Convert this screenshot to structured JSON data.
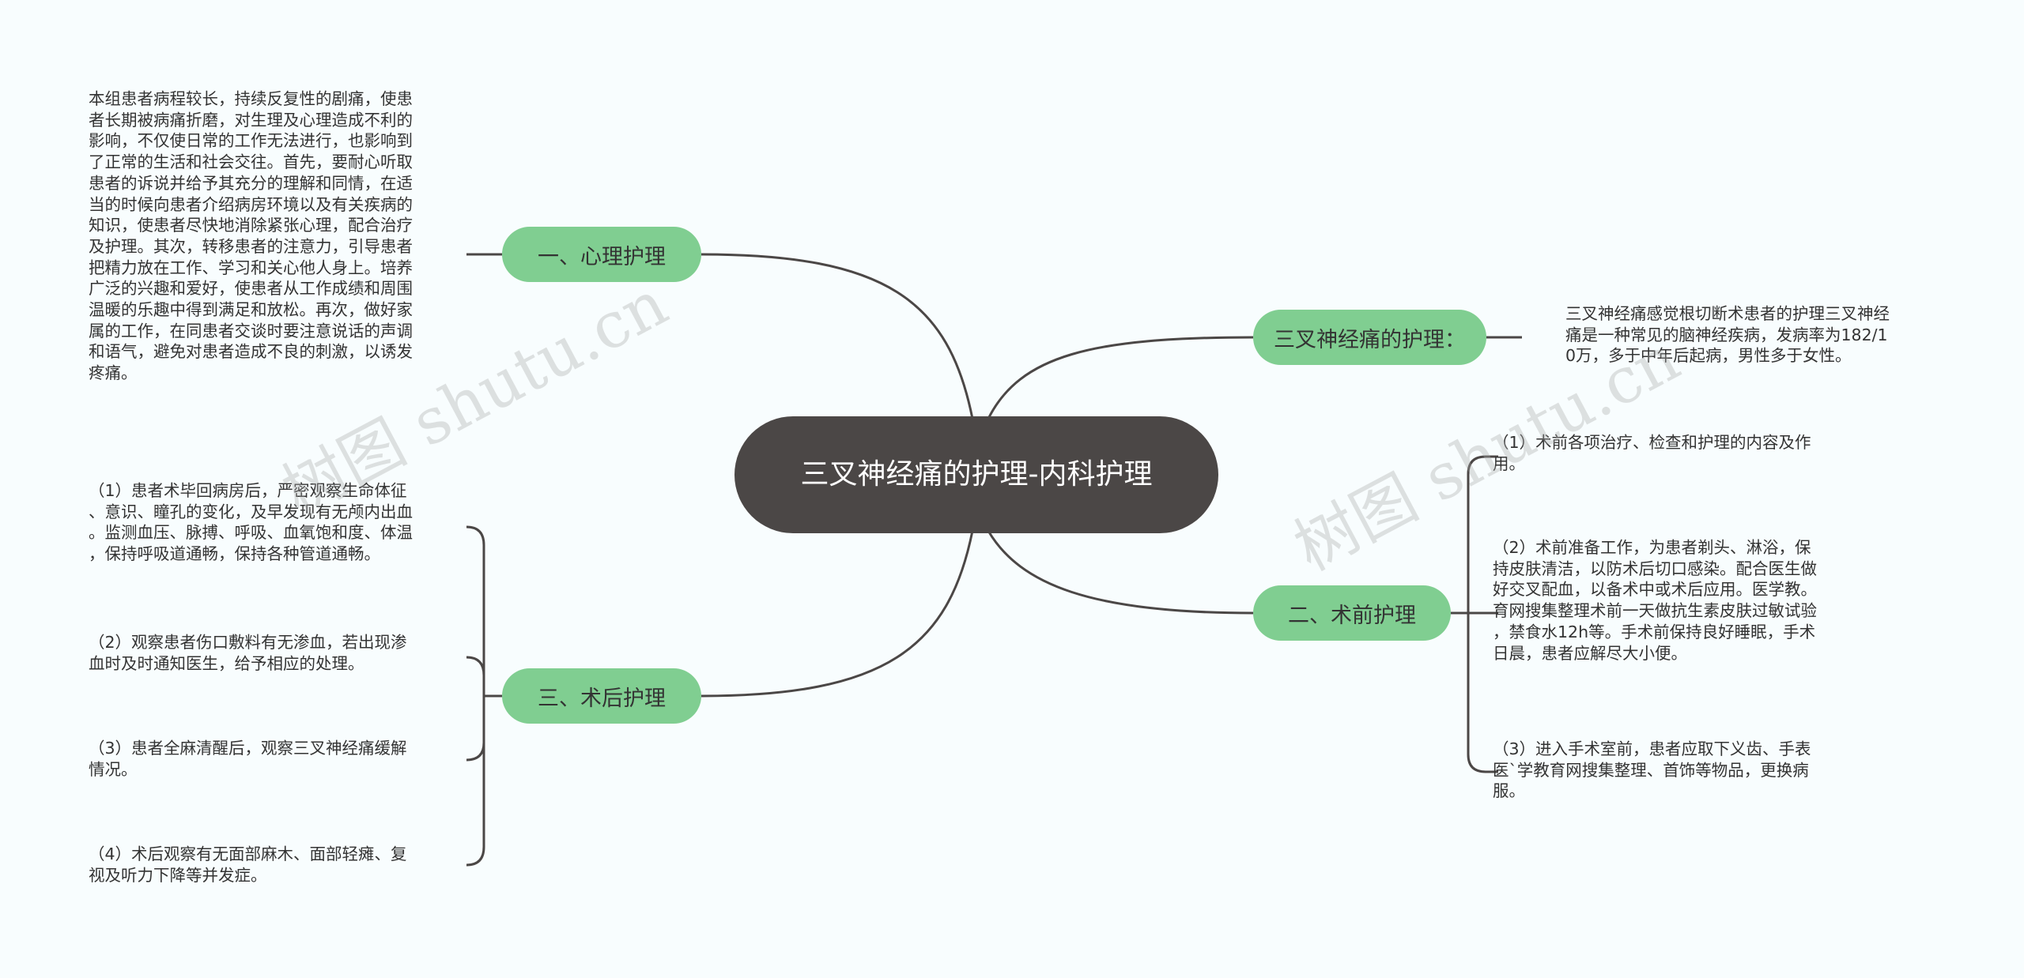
{
  "root": {
    "title": "三叉神经痛的护理-内科护理"
  },
  "branches": {
    "intro": {
      "label": "三叉神经痛的护理："
    },
    "psych": {
      "label": "一、心理护理"
    },
    "preop": {
      "label": "二、术前护理"
    },
    "postop": {
      "label": "三、术后护理"
    }
  },
  "leaves": {
    "psych": "本组患者病程较长，持续反复性的剧痛，使患\n者长期被病痛折磨，对生理及心理造成不利的\n影响，不仅使日常的工作无法进行，也影响到\n了正常的生活和社会交往。首先，要耐心听取\n患者的诉说并给予其充分的理解和同情，在适\n当的时候向患者介绍病房环境以及有关疾病的\n知识，使患者尽快地消除紧张心理，配合治疗\n及护理。其次，转移患者的注意力，引导患者\n把精力放在工作、学习和关心他人身上。培养\n广泛的兴趣和爱好，使患者从工作成绩和周围\n温暖的乐趣中得到满足和放松。再次，做好家\n属的工作，在同患者交谈时要注意说话的声调\n和语气，避免对患者造成不良的刺激，以诱发\n疼痛。",
    "intro": "三叉神经痛感觉根切断术患者的护理三叉神经\n痛是一种常见的脑神经疾病，发病率为182/1\n0万，多于中年后起病，男性多于女性。",
    "preop1": "（1）术前各项治疗、检查和护理的内容及作\n用。",
    "preop2": "（2）术前准备工作，为患者剃头、淋浴，保\n持皮肤清洁，以防术后切口感染。配合医生做\n好交叉配血，以备术中或术后应用。医学教。\n育网搜集整理术前一天做抗生素皮肤过敏试验\n，禁食水12h等。手术前保持良好睡眠，手术\n日晨，患者应解尽大小便。",
    "preop3": "（3）进入手术室前，患者应取下义齿、手表\n医`学教育网搜集整理、首饰等物品，更换病\n服。",
    "postop1": "（1）患者术毕回病房后，严密观察生命体征\n、意识、瞳孔的变化，及早发现有无颅内出血\n。监测血压、脉搏、呼吸、血氧饱和度、体温\n，保持呼吸道通畅，保持各种管道通畅。",
    "postop2": "（2）观察患者伤口敷料有无渗血，若出现渗\n血时及时通知医生，给予相应的处理。",
    "postop3": "（3）患者全麻清醒后，观察三叉神经痛缓解\n情况。",
    "postop4": "（4）术后观察有无面部麻木、面部轻瘫、复\n视及听力下降等并发症。"
  },
  "watermarks": [
    "树图 shutu.cn",
    "树图 shutu.cn"
  ],
  "colors": {
    "root": "#4b4746",
    "branch": "#80ce91",
    "line": "#4b4746",
    "background": "#f8fdfe"
  }
}
